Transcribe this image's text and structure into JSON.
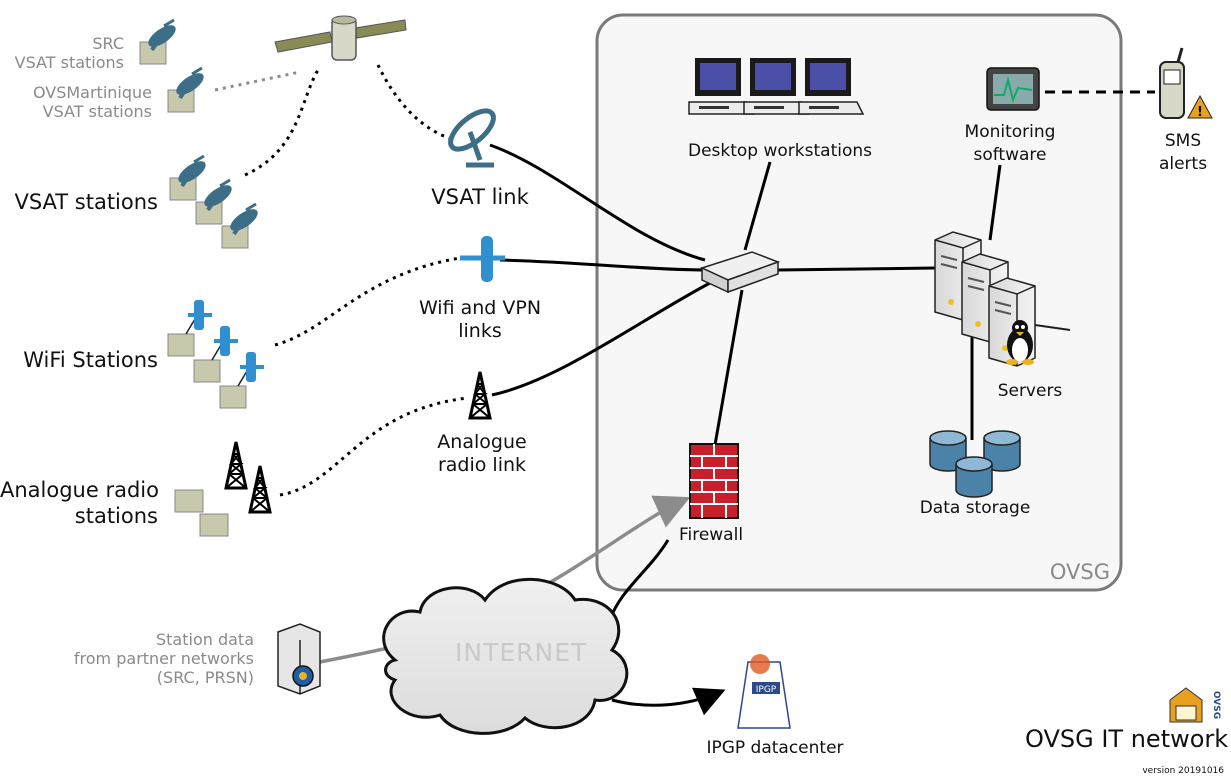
{
  "labels": {
    "src_vsat": [
      "SRC",
      "VSAT stations"
    ],
    "ovsmartinique_vsat": [
      "OVSMartinique",
      "VSAT stations"
    ],
    "vsat_stations": "VSAT stations",
    "wifi_stations": "WiFi Stations",
    "analogue_stations": [
      "Analogue radio",
      "stations"
    ],
    "vsat_link": "VSAT link",
    "wifi_vpn_links": [
      "Wifi and VPN",
      "links"
    ],
    "analogue_radio_link": [
      "Analogue",
      "radio link"
    ],
    "desktop_workstations": "Desktop workstations",
    "monitoring_software": [
      "Monitoring",
      "software"
    ],
    "sms_alerts": [
      "SMS",
      "alerts"
    ],
    "servers": "Servers",
    "data_storage": "Data storage",
    "firewall": "Firewall",
    "ovsg_zone": "OVSG",
    "internet": "INTERNET",
    "partner_data": [
      "Station data",
      "from partner networks",
      "(SRC, PRSN)"
    ],
    "ipgp_datacenter": "IPGP datacenter",
    "ipgp_logo_text": "IPGP",
    "title": "OVSG IT network",
    "version": "version 20191016",
    "ovsg_logo_text": "OVSG"
  },
  "colors": {
    "dish": "#3d6e88",
    "wifi_antenna": "#2f8fcf",
    "box": "#c8c8ac",
    "zone_border": "#7a7a7a",
    "zone_fill": "#f7f7f7",
    "firewall": "#c8202a",
    "storage": "#4b82a8",
    "gray_link": "#8c8c8c",
    "warning": "#e8a020"
  }
}
